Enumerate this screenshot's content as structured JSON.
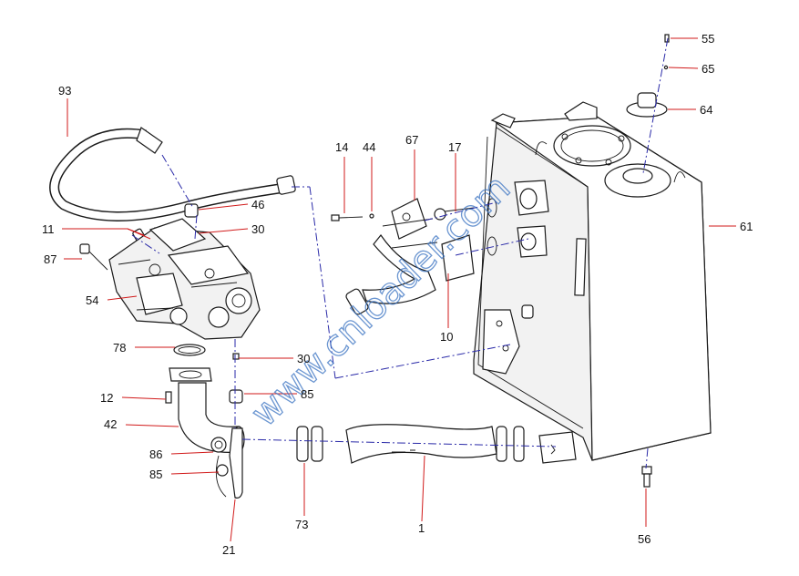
{
  "watermark": "www.cnloader.com",
  "colors": {
    "leader": "#d11a1a",
    "centerline": "#2a2aa8",
    "watermark": "#3b74c2",
    "line": "#1a1a1a"
  },
  "callouts": {
    "p55": "55",
    "p65": "65",
    "p64": "64",
    "p61": "61",
    "p56": "56",
    "p14": "14",
    "p44": "44",
    "p67": "67",
    "p17": "17",
    "p10": "10",
    "p93": "93",
    "p46": "46",
    "p11": "11",
    "p30a": "30",
    "p87": "87",
    "p54": "54",
    "p78": "78",
    "p30b": "30",
    "p12": "12",
    "p85a": "85",
    "p42": "42",
    "p86": "86",
    "p85b": "85",
    "p21": "21",
    "p73": "73",
    "p1": "1"
  }
}
